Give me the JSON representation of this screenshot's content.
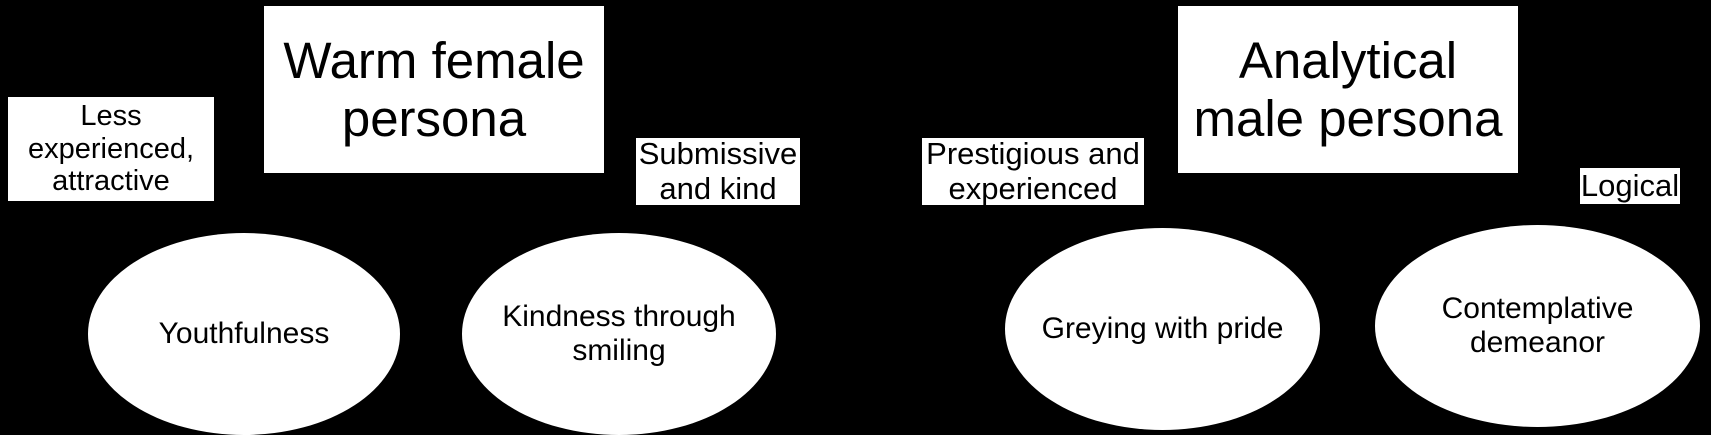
{
  "diagram": {
    "background_color": "#000000",
    "node_fill_color": "#ffffff",
    "text_color": "#000000",
    "groups": [
      {
        "id": "warm-female-group",
        "persona_label": "Warm female\npersona"
      },
      {
        "id": "analytical-male-group",
        "persona_label": "Analytical\nmale persona"
      }
    ],
    "nodes": [
      {
        "id": "less-experienced",
        "shape": "rect",
        "label": "Less\nexperienced,\nattractive"
      },
      {
        "id": "warm-female-persona",
        "shape": "rect",
        "label": "Warm female\npersona"
      },
      {
        "id": "submissive-and-kind",
        "shape": "rect",
        "label": "Submissive\nand kind"
      },
      {
        "id": "prestigious-and-experienced",
        "shape": "rect",
        "label": "Prestigious and\nexperienced"
      },
      {
        "id": "analytical-male-persona",
        "shape": "rect",
        "label": "Analytical\nmale persona"
      },
      {
        "id": "logical",
        "shape": "rect",
        "label": "Logical"
      },
      {
        "id": "youthfulness",
        "shape": "ellipse",
        "label": "Youthfulness"
      },
      {
        "id": "kindness-through-smiling",
        "shape": "ellipse",
        "label": "Kindness through\nsmiling"
      },
      {
        "id": "greying-with-pride",
        "shape": "ellipse",
        "label": "Greying with pride"
      },
      {
        "id": "contemplative-demeanor",
        "shape": "ellipse",
        "label": "Contemplative\ndemeanor"
      }
    ]
  }
}
